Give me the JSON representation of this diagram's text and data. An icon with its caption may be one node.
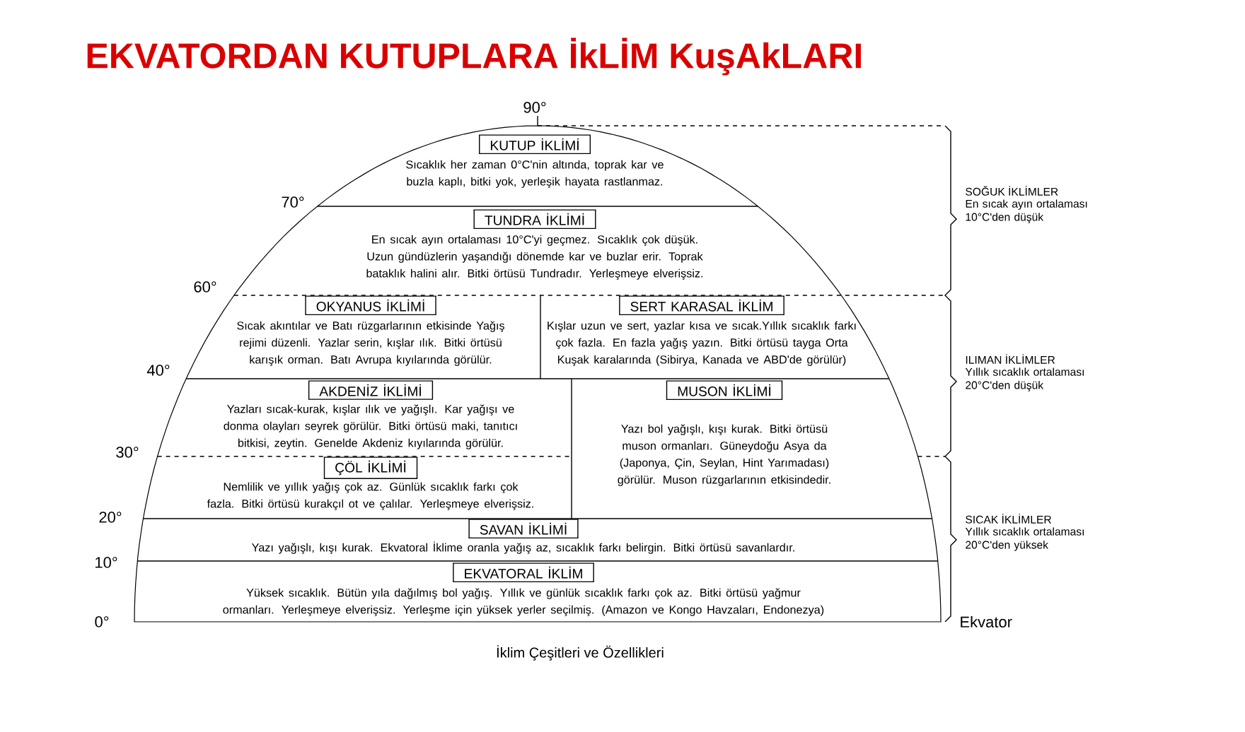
{
  "diagram": {
    "title": "EKVATORDAN KUTUPLARA İkLİM KuşAkLARI",
    "caption": "İklim Çeşitleri ve Özellikleri",
    "nodes": [
      {
        "text": [
          "KUTUP İKLİMİ",
          "Sıcaklık her zaman 0°C'nin altında, toprak kar ve buzla kaplı, bitki yok, yerleşik hayata rastlanmaz."
        ]
      },
      {
        "text": [
          "TUNDRA İKLİMİ",
          "En sıcak ayın ortalaması 10°C'yi geçmez. Sıcaklık çok düşük. Uzun gündüzlerin yaşandığı dönemde kar ve buzlar erir. Toprak bataklık halini alır. Bitki örtüsü Tundradır. Yerleşmeye elverişsiz."
        ]
      },
      {
        "text": [
          "OKYANUS İKLİMİ",
          "Sıcak akıntılar ve Batı rüzgarlarının etkisinde Yağış rejimi düzenli. Yazlar serin, kışlar ılık. Bitki örtüsü karışık orman. Batı Avrupa kıyılarında görülür."
        ]
      },
      {
        "text": [
          "SERT KARASAL İKLİM",
          "Kışlar uzun ve sert, yazlar kısa ve sıcak.Yıllık sıcaklık farkı çok fazla. En fazla yağış yazın. Bitki örtüsü tayga Orta Kuşak karalarında (Sibirya, Kanada ve ABD'de görülür)"
        ]
      },
      {
        "text": [
          "AKDENİZ İKLİMİ",
          "Yazları sıcak-kurak, kışlar ılık ve yağışlı. Kar yağışı ve donma olayları seyrek görülür. Bitki örtüsü maki, tanıtıcı bitkisi, zeytin. Genelde Akdeniz kıyılarında görülür."
        ]
      },
      {
        "text": [
          "MUSON İKLİMİ",
          "Yazı bol yağışlı, kışı kurak. Bitki örtüsü muson ormanları. Güneydoğu Asya da (Japonya, Çin, Seylan, Hint Yarımadası) görülür. Muson rüzgarlarının etkisindedir."
        ]
      },
      {
        "text": [
          "ÇÖL İKLİMİ",
          "Nemlilik ve yıllık yağış çok az. Günlük sıcaklık farkı çok fazla. Bitki örtüsü kurakçıl ot ve çalılar. Yerleşmeye elverişsiz."
        ]
      },
      {
        "text": [
          "SAVAN İKLİMİ",
          "Yazı yağışlı, kışı kurak. Ekvatoral İklime oranla yağış az, sıcaklık farkı belirgin. Bitki örtüsü savanlardır."
        ]
      },
      {
        "text": [
          "EKVATORAL İKLİM",
          "Yüksek sıcaklık. Bütün yıla dağılmış bol yağış. Yıllık ve günlük sıcaklık farkı çok az. Bitki örtüsü yağmur ormanları. Yerleşmeye elverişsiz. Yerleşme için yüksek yerler seçilmiş. (Amazon ve Kongo Havzaları, Endonezya)"
        ]
      }
    ],
    "labels": [
      "90°",
      "SOĞUK İKLİMLER",
      "En sıcak ayın ortalaması 10°C'den düşük",
      "70°",
      "60°",
      "ILIMAN İKLİMLER",
      "Yıllık sıcaklık ortalaması 20°C'den düşük",
      "40°",
      "30°",
      "20°",
      "SICAK İKLİMLER",
      "Yıllık sıcaklık ortalaması 20°C'den yüksek",
      "10°",
      "0°",
      "Ekvator"
    ]
  }
}
